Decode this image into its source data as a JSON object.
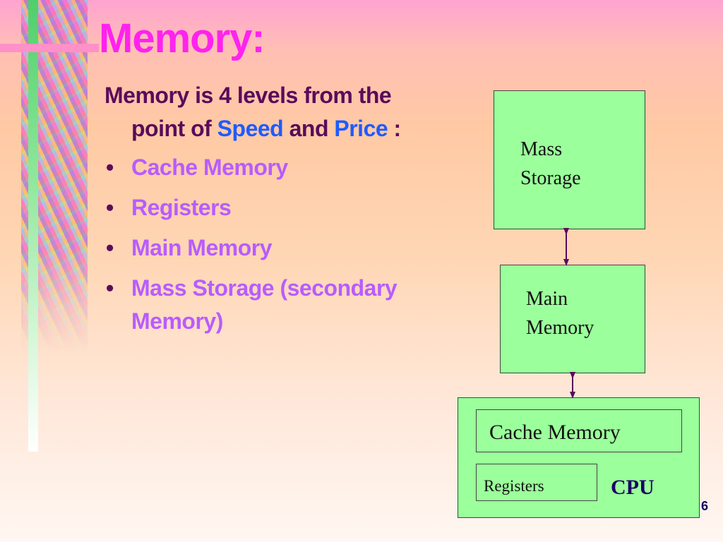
{
  "slide": {
    "title": "Memory:",
    "intro": {
      "part1": "Memory is 4 levels from the point of ",
      "speed": "Speed",
      "part2": " and ",
      "price": "Price",
      "part3": "  :"
    },
    "bullets": [
      "Cache Memory",
      "Registers",
      "Main Memory",
      "Mass Storage (secondary Memory)"
    ],
    "bullet_symbol": "•",
    "page_number": "6"
  },
  "diagram": {
    "mass_storage": {
      "line1": "Mass",
      "line2": "Storage"
    },
    "main_memory": {
      "line1": "Main",
      "line2": "Memory"
    },
    "cache_memory": "Cache Memory",
    "registers": "Registers",
    "cpu": "CPU"
  },
  "colors": {
    "title": "#ff22ee",
    "intro_text": "#5a0b5a",
    "accent": "#1f5bff",
    "bullet_text": "#b85cff",
    "box_fill": "#9bff9b",
    "arrow": "#5a0b5a"
  }
}
